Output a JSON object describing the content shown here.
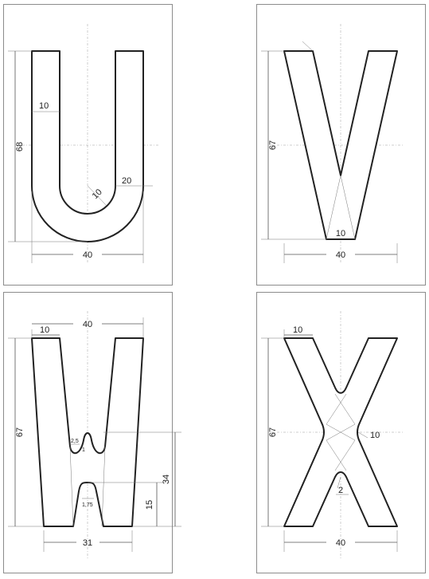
{
  "panels": {
    "u": {
      "letter": "U",
      "height": "68",
      "stroke_width": "10",
      "radius": "10",
      "offset": "20",
      "width": "40"
    },
    "v": {
      "letter": "V",
      "height": "67",
      "bottom_width": "10",
      "width": "40"
    },
    "w": {
      "letter": "W",
      "top_width": "10",
      "width": "40",
      "height": "67",
      "small_a": "2,5",
      "small_b": "1",
      "small_c": "1,75",
      "mid_height": "34",
      "low_height": "15",
      "bottom_width": "31"
    },
    "x": {
      "letter": "X",
      "top_width": "10",
      "height": "67",
      "radius": "10",
      "small": "2",
      "width": "40"
    }
  }
}
